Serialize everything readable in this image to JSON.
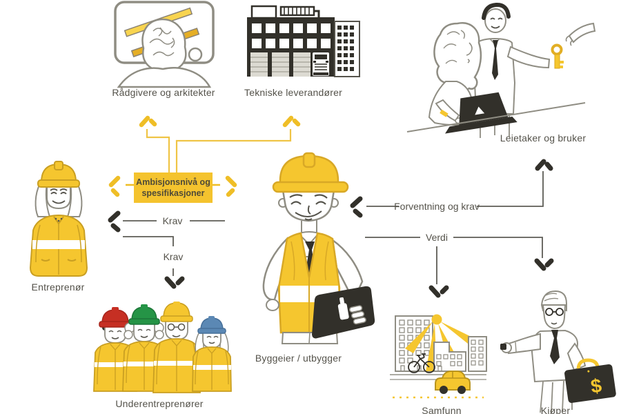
{
  "diagram": {
    "nodes": [
      {
        "id": "raadgivere-og-arkitekter",
        "label": "Rådgivere og arkitekter",
        "icon": "person-at-monitor-with-steel-beam-icon"
      },
      {
        "id": "tekniske-leverandorer",
        "label": "Tekniske leverandører",
        "icon": "factory-building-icon"
      },
      {
        "id": "leietaker-og-bruker",
        "label": "Leietaker og bruker",
        "icon": "people-receiving-key-icon"
      },
      {
        "id": "entreprenor",
        "label": "Entreprenør",
        "icon": "worker-woman-helmet-icon"
      },
      {
        "id": "ambisjonsniva",
        "label": "Ambisjonsnivå og spesifikasjoner",
        "icon": "yellow-process-box"
      },
      {
        "id": "byggeier-utbygger",
        "label": "Byggeier / utbygger",
        "icon": "builder-with-tablet-icon"
      },
      {
        "id": "underentreprenorer",
        "label": "Underentreprenører",
        "icon": "four-workers-icon"
      },
      {
        "id": "samfunn",
        "label": "Samfunn",
        "icon": "city-with-sun-icon"
      },
      {
        "id": "kjoper",
        "label": "Kjøper",
        "icon": "buyer-with-briefcase-icon"
      }
    ],
    "edges": [
      {
        "from": "byggeier-utbygger",
        "to": "entreprenor",
        "label": "Krav"
      },
      {
        "from": "entreprenor",
        "to": "underentreprenorer",
        "label": "Krav"
      },
      {
        "from": "leietaker-og-bruker",
        "to": "byggeier-utbygger",
        "label": "Forventning og krav"
      },
      {
        "from": "byggeier-utbygger",
        "to": "samfunn-og-kjoper",
        "label": "Verdi"
      },
      {
        "from": "ambisjonsniva",
        "to": "raadgivere-og-arkitekter",
        "label": ""
      },
      {
        "from": "ambisjonsniva",
        "to": "tekniske-leverandorer",
        "label": ""
      },
      {
        "from": "ambisjonsniva",
        "to": "entreprenor",
        "label": ""
      },
      {
        "from": "ambisjonsniva",
        "to": "byggeier-utbygger",
        "label": ""
      }
    ],
    "briefcase_dollar": "$"
  },
  "colors": {
    "accent_yellow": "#F5C62F",
    "box_yellow": "#F4C32E",
    "dark": "#32302A",
    "line_gray": "#5D5C55",
    "outline_gray": "#8F8D83",
    "text": "#54524A",
    "helmet_red": "#C62F23",
    "helmet_green": "#259446",
    "helmet_blue": "#5B88B4"
  }
}
